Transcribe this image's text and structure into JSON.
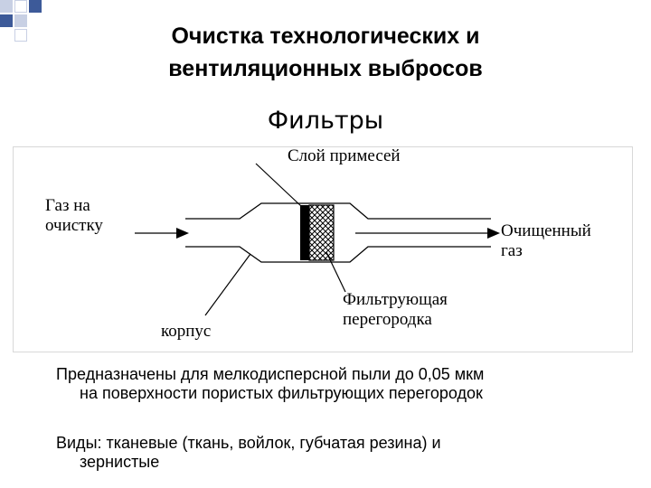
{
  "slide": {
    "title_line1": "Очистка технологических и",
    "title_line2": "вентиляционных выбросов",
    "subtitle": "Фильтры"
  },
  "diagram": {
    "label_impurity_layer": "Слой примесей",
    "label_gas_in_1": "Газ на",
    "label_gas_in_2": "очистку",
    "label_gas_out_1": "Очищенный",
    "label_gas_out_2": "газ",
    "label_filter_1": "Фильтрующая",
    "label_filter_2": "перегородка",
    "label_housing": "корпус"
  },
  "text": {
    "purpose_line1": "Предназначены для мелкодисперсной пыли до 0,05 мкм",
    "purpose_line2": "на поверхности пористых фильтрующих перегородок",
    "types_line1": "Виды: тканевые (ткань, войлок, губчатая резина) и",
    "types_line2": "зернистые"
  },
  "colors": {
    "decor_blue": "#3d5a99",
    "decor_light": "#c8d0e4"
  }
}
